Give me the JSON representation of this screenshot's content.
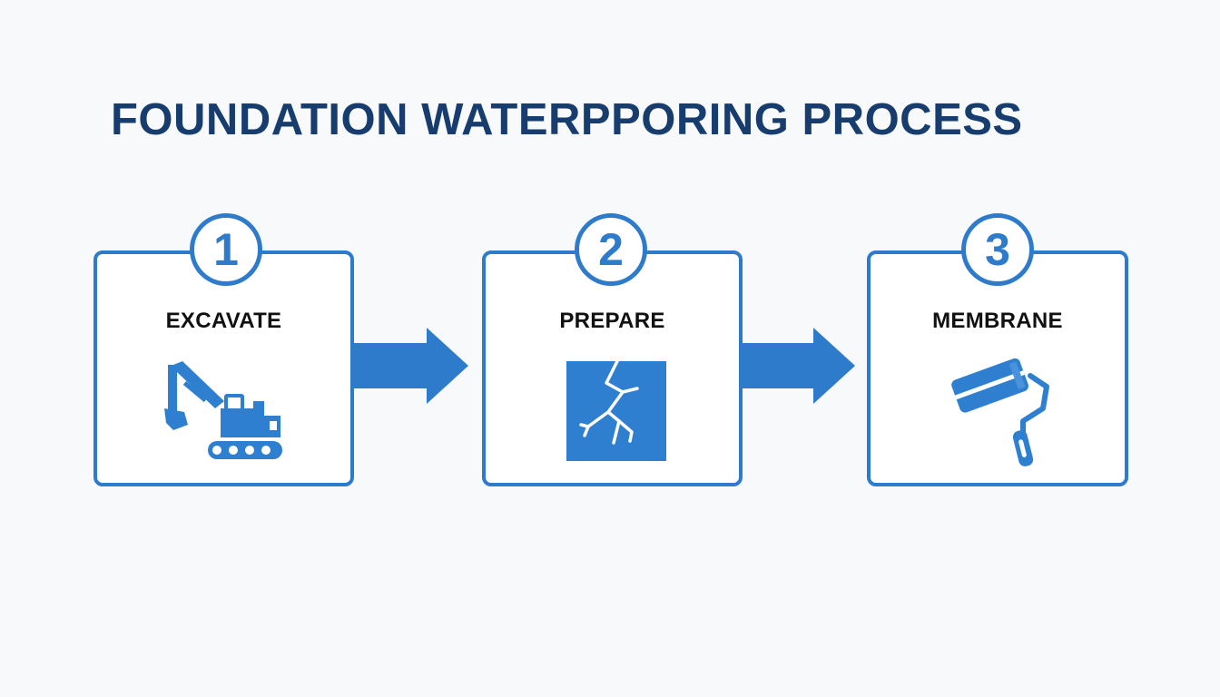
{
  "title": "FOUNDATION WATERPPORING PROCESS",
  "colors": {
    "title": "#173d6e",
    "accent": "#2e7bcc",
    "icon": "#2f7fd0",
    "background": "#f8f9fb"
  },
  "steps": [
    {
      "number": "1",
      "label": "EXCAVATE",
      "icon": "excavator-icon"
    },
    {
      "number": "2",
      "label": "PREPARE",
      "icon": "cracked-wall-icon"
    },
    {
      "number": "3",
      "label": "MEMBRANE",
      "icon": "paint-roller-icon"
    }
  ]
}
